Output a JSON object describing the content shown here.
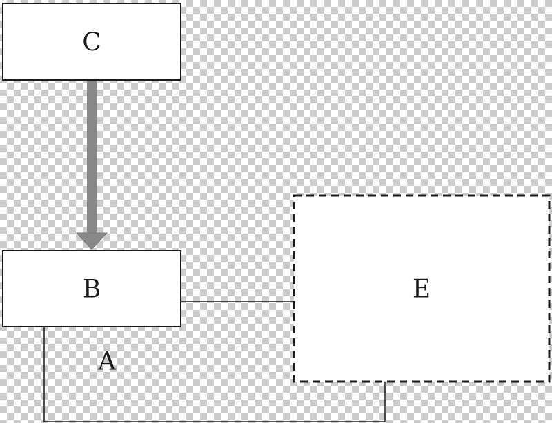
{
  "nodes": {
    "c": {
      "label": "C"
    },
    "b": {
      "label": "B"
    },
    "e": {
      "label": "E"
    }
  },
  "edges": {
    "b_to_e_bottom": {
      "label": "A"
    }
  },
  "colors": {
    "box_fill": "#ffffff",
    "box_stroke": "#1a1a1a",
    "arrow": "#888888",
    "line": "#1a1a1a"
  }
}
